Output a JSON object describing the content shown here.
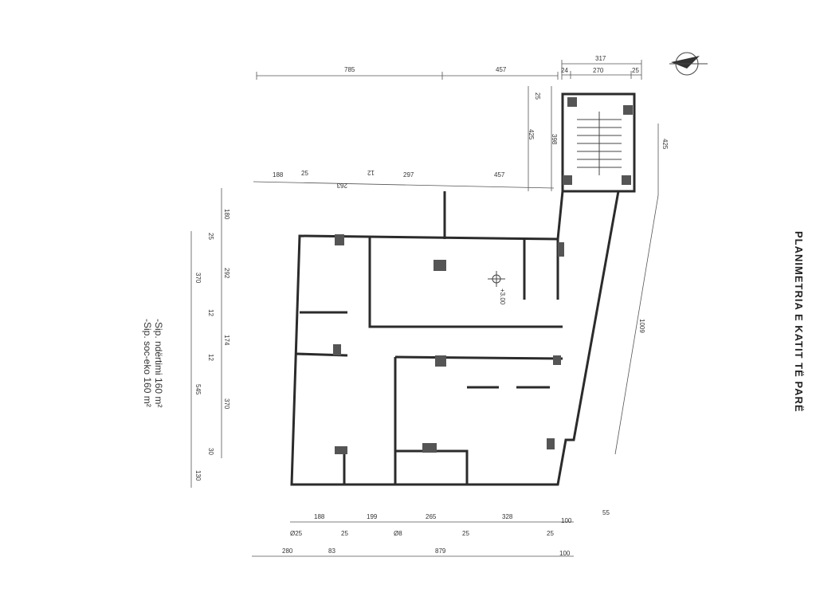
{
  "title": "PLANIMETRIA E KATIT TË PARË",
  "areas": {
    "line1": "-Sip. ndërtimi 160 m²",
    "line2": "-Sip. soc-eko 160 m²"
  },
  "level_marker": "+3.00",
  "dims": {
    "top_row": [
      "785",
      "457",
      "317",
      "24",
      "270",
      "25"
    ],
    "stair": [
      "25",
      "425",
      "398"
    ],
    "mid_row": [
      "188",
      "25",
      "263",
      "12",
      "297",
      "457"
    ],
    "left_col_a": [
      "180",
      "25",
      "292",
      "12",
      "174",
      "12",
      "370",
      "30"
    ],
    "left_col_b": [
      "370",
      "545",
      "130"
    ],
    "right": [
      "425",
      "1009"
    ],
    "bottom_row_1": [
      "188",
      "199",
      "265",
      "328",
      "100",
      "55"
    ],
    "bottom_row_1_sub": [
      "Ø25",
      "25",
      "Ø8",
      "25",
      "25"
    ],
    "bottom_row_2": [
      "280",
      "83",
      "879",
      "100"
    ]
  },
  "icons": {
    "north_arrow": "north-arrow-icon",
    "level": "level-marker-icon"
  }
}
